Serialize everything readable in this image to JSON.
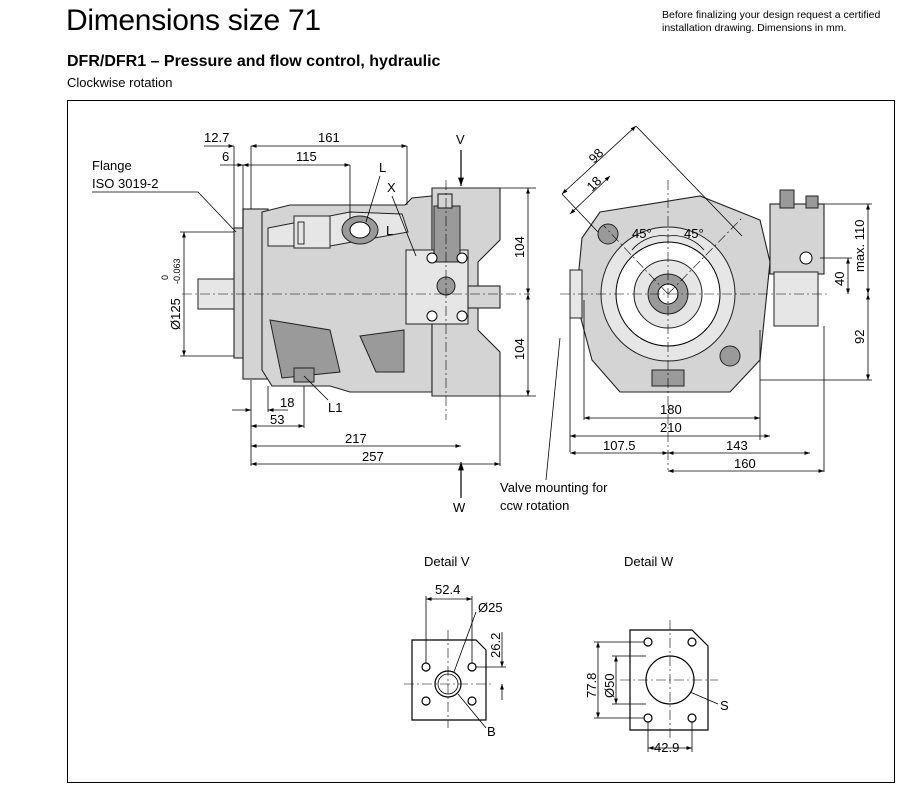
{
  "header": {
    "title": "Dimensions size 71",
    "note_line1": "Before finalizing your design request a certified",
    "note_line2": "installation drawing. Dimensions in mm.",
    "subtitle": "DFR/DFR1 – Pressure and flow control, hydraulic",
    "rotation": "Clockwise rotation"
  },
  "side_view": {
    "flange_label_1": "Flange",
    "flange_label_2": "ISO 3019-2",
    "dims": {
      "d_12_7": "12.7",
      "d_161": "161",
      "d_6": "6",
      "d_115": "115",
      "d_18": "18",
      "d_53": "53",
      "d_217": "217",
      "d_257": "257",
      "d_104_top": "104",
      "d_104_bot": "104",
      "d_125": "Ø125",
      "tol_upper": "0",
      "tol_lower": "-0.063"
    },
    "ports": {
      "L": "L",
      "X": "X",
      "L_body": "L",
      "L1": "L1",
      "V": "V",
      "W": "W"
    }
  },
  "front_view": {
    "dims": {
      "d_98": "98",
      "d_18": "18",
      "angle_1": "45°",
      "angle_2": "45°",
      "d_180": "180",
      "d_210": "210",
      "d_107_5": "107.5",
      "d_143": "143",
      "d_160": "160",
      "d_110": "max. 110",
      "d_40": "40",
      "d_92": "92"
    },
    "valve_note_1": "Valve mounting for",
    "valve_note_2": "ccw rotation"
  },
  "detail_v": {
    "title": "Detail V",
    "d_52_4": "52.4",
    "d_25": "Ø25",
    "d_26_2": "26.2",
    "port": "B"
  },
  "detail_w": {
    "title": "Detail W",
    "d_77_8": "77.8",
    "d_50": "Ø50",
    "d_42_9": "42.9",
    "port": "S"
  }
}
